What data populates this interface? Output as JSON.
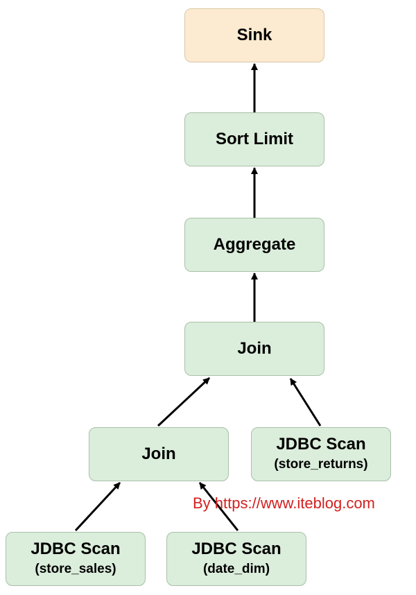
{
  "nodes": {
    "sink": {
      "title": "Sink"
    },
    "sort_limit": {
      "title": "Sort Limit"
    },
    "aggregate": {
      "title": "Aggregate"
    },
    "join_top": {
      "title": "Join"
    },
    "join_left": {
      "title": "Join"
    },
    "scan_store_returns": {
      "title": "JDBC Scan",
      "sub": "(store_returns)"
    },
    "scan_store_sales": {
      "title": "JDBC Scan",
      "sub": "(store_sales)"
    },
    "scan_date_dim": {
      "title": "JDBC Scan",
      "sub": "(date_dim)"
    }
  },
  "edges": [
    {
      "from": "sort_limit",
      "to": "sink"
    },
    {
      "from": "aggregate",
      "to": "sort_limit"
    },
    {
      "from": "join_top",
      "to": "aggregate"
    },
    {
      "from": "join_left",
      "to": "join_top"
    },
    {
      "from": "scan_store_returns",
      "to": "join_top"
    },
    {
      "from": "scan_store_sales",
      "to": "join_left"
    },
    {
      "from": "scan_date_dim",
      "to": "join_left"
    }
  ],
  "watermark": "By https://www.iteblog.com",
  "colors": {
    "node_fill": "#dbeddb",
    "sink_fill": "#fcebd0",
    "arrow": "#000000",
    "watermark": "#d22020"
  }
}
